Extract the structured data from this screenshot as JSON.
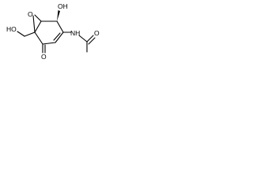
{
  "structure": {
    "type": "skeletal-formula",
    "atom_labels": {
      "epoxide_o": "O",
      "oh_top": "OH",
      "ho_left": "HO",
      "ketone_o": "O",
      "nh": "NH",
      "amide_o": "O"
    },
    "colors": {
      "bond": "#000000",
      "text": "#000000",
      "background": "#ffffff"
    }
  }
}
